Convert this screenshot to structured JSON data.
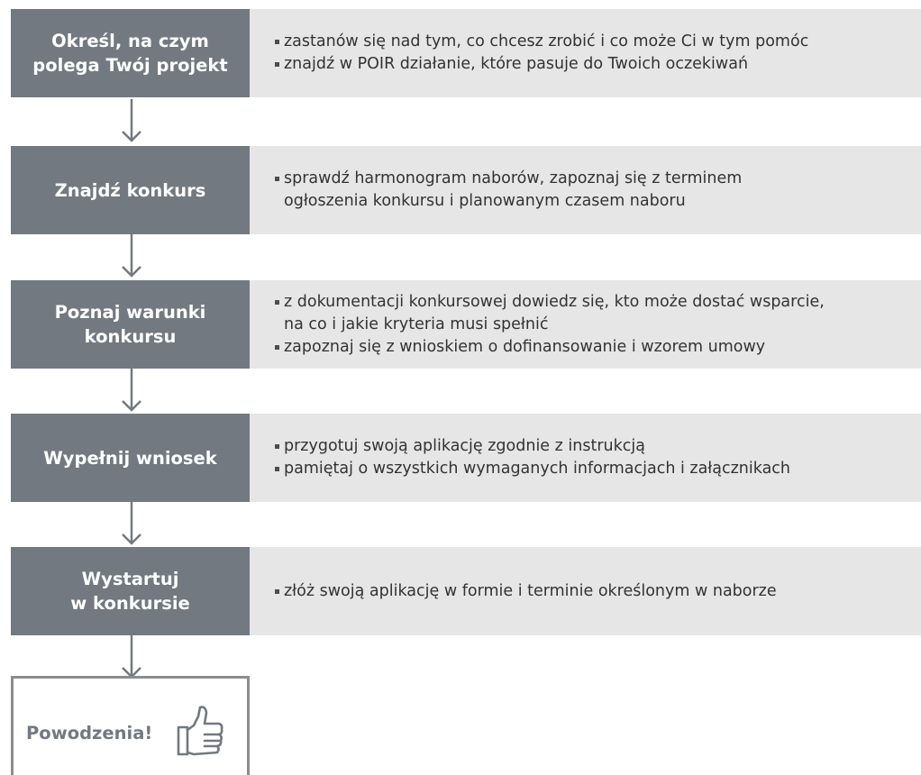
{
  "steps": [
    {
      "title_lines": [
        "Określ, na czym",
        "polega Twój projekt"
      ],
      "bullets": [
        [
          "zastanów się nad tym, co chcesz zrobić i co może Ci w tym pomóc"
        ],
        [
          "znajdź w POIR działanie, które pasuje do Twoich oczekiwań"
        ]
      ]
    },
    {
      "title_lines": [
        "Znajdź konkurs"
      ],
      "bullets": [
        [
          "sprawdź harmonogram naborów, zapoznaj się z terminem",
          "ogłoszenia konkursu i planowanym czasem naboru"
        ]
      ]
    },
    {
      "title_lines": [
        "Poznaj warunki",
        "konkursu"
      ],
      "bullets": [
        [
          "z dokumentacji konkursowej dowiedz się, kto może dostać wsparcie,",
          "na co i jakie kryteria musi spełnić"
        ],
        [
          "zapoznaj się z wnioskiem o dofinansowanie i wzorem umowy"
        ]
      ]
    },
    {
      "title_lines": [
        "Wypełnij wniosek"
      ],
      "bullets": [
        [
          "przygotuj swoją aplikację zgodnie z instrukcją"
        ],
        [
          "pamiętaj o wszystkich wymaganych informacjach i załącznikach"
        ]
      ]
    },
    {
      "title_lines": [
        "Wystartuj",
        "w konkursie"
      ],
      "bullets": [
        [
          "złóż swoją aplikację w formie i terminie określonym w naborze"
        ]
      ]
    }
  ],
  "final": {
    "text": "Powodzenia!",
    "icon": "thumbs-up-icon"
  },
  "colors": {
    "step_box": "#727980",
    "desc_box": "#e6e6e6",
    "arrow": "#727980",
    "final_border": "#8c8c8c",
    "final_text": "#727980"
  }
}
